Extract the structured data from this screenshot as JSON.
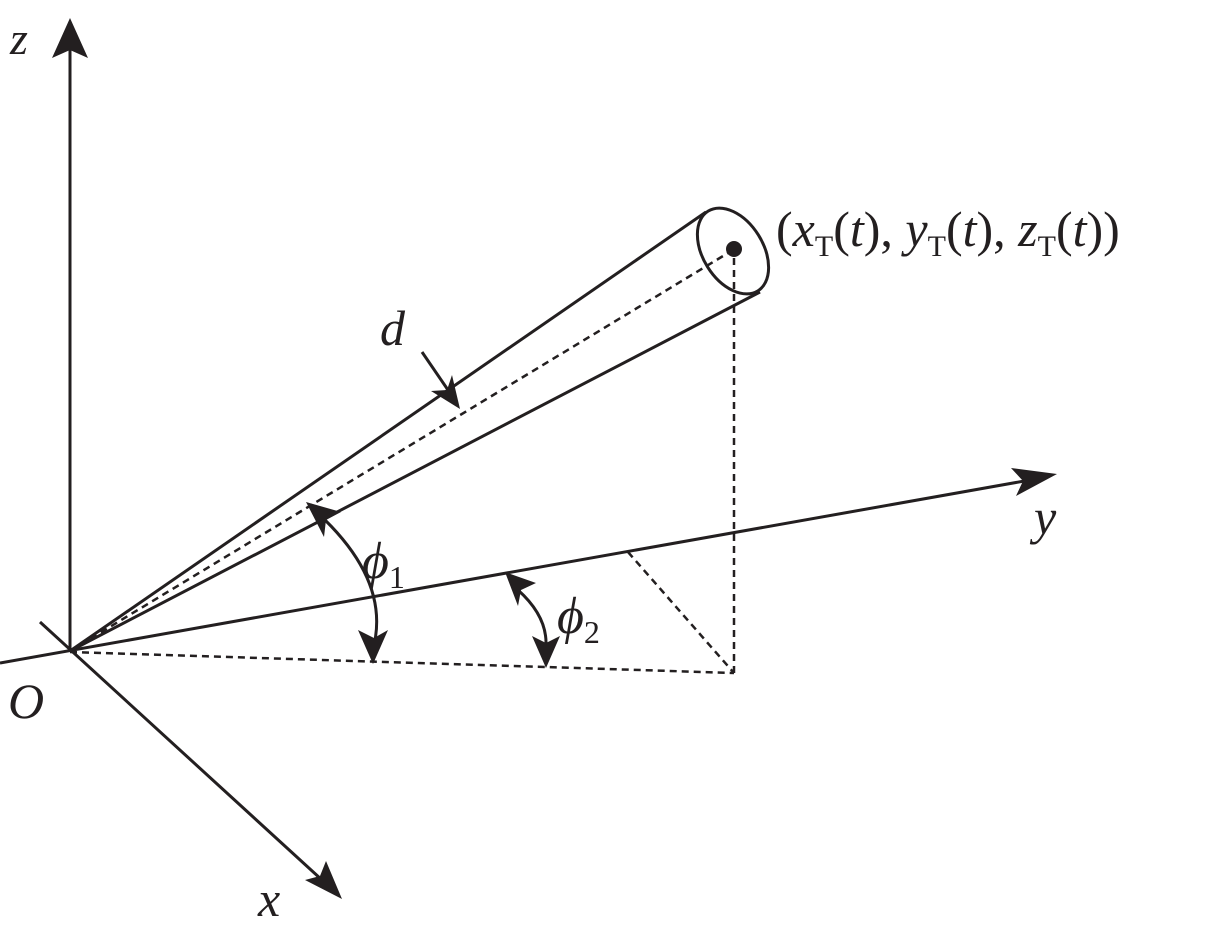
{
  "diagram": {
    "colors": {
      "ink": "#231f20",
      "background": "#ffffff"
    },
    "axes": {
      "z": "z",
      "y": "y",
      "x": "x",
      "origin": "O"
    },
    "beam_width_label": "d",
    "angles": {
      "phi1": {
        "symbol": "ϕ",
        "subscript": "1"
      },
      "phi2": {
        "symbol": "ϕ",
        "subscript": "2"
      }
    },
    "target": {
      "open_paren": "(",
      "x_var": "x",
      "x_sub": "T",
      "x_arg": "(",
      "x_t": "t",
      "x_close": "), ",
      "y_var": "y",
      "y_sub": "T",
      "y_arg": "(",
      "y_t": "t",
      "y_close": "), ",
      "z_var": "z",
      "z_sub": "T",
      "z_arg": "(",
      "z_t": "t",
      "z_close": "))"
    }
  }
}
